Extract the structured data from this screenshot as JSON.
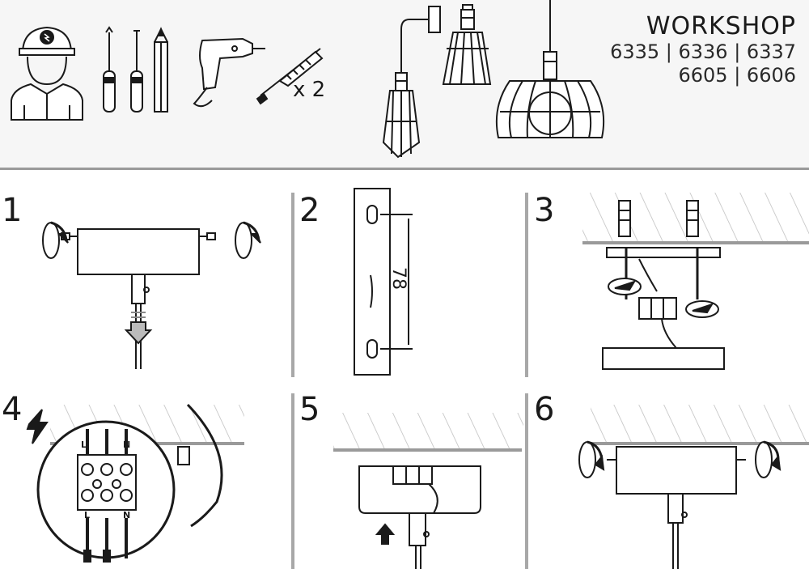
{
  "product": {
    "name": "WORKSHOP",
    "codes_line1": "6335 | 6336 | 6337",
    "codes_line2": "6605 | 6606"
  },
  "tools": [
    "electrician-with-helmet",
    "phillips-screwdriver",
    "flat-screwdriver",
    "pencil",
    "drill",
    "wall-plug-and-screw"
  ],
  "plugs_quantity": "x 2",
  "steps": [
    {
      "number": "1"
    },
    {
      "number": "2",
      "dimension": "78"
    },
    {
      "number": "3"
    },
    {
      "number": "4",
      "terminal_labels": [
        "L",
        "N",
        "L",
        "N"
      ]
    },
    {
      "number": "5"
    },
    {
      "number": "6"
    }
  ],
  "colors": {
    "line": "#1a1a1a",
    "separator": "#a8a8a8",
    "header_bg": "#f6f6f6"
  }
}
